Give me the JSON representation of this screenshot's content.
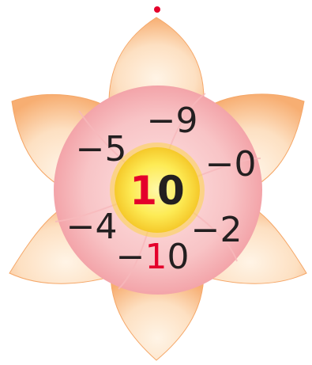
{
  "colors": {
    "petal_outer": "#f9b47a",
    "petal_inner": "#fde4c8",
    "ring_fill": "#f6b4b8",
    "ring_segment": "#fbd3d4",
    "center_fill": "#fde74c",
    "center_glow": "#f6cf2a",
    "accent_red": "#e4002b",
    "text_dark": "#231f20"
  },
  "center": {
    "tens_digit": "1",
    "ones_digit": "0"
  },
  "segments": [
    {
      "sign": "−",
      "digits": "9"
    },
    {
      "sign": "−",
      "digits": "0"
    },
    {
      "sign": "−",
      "digits": "2"
    },
    {
      "sign": "−",
      "tens_digit": "1",
      "ones_digit": "0"
    },
    {
      "sign": "−",
      "digits": "4"
    },
    {
      "sign": "−",
      "digits": "5"
    }
  ]
}
